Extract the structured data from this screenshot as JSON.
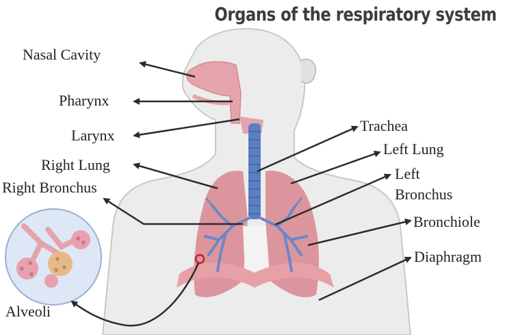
{
  "title": "Organs of the respiratory system",
  "labels": {
    "nasal_cavity": "Nasal Cavity",
    "pharynx": "Pharynx",
    "larynx": "Larynx",
    "right_lung": "Right Lung",
    "right_bronchus": "Right Bronchus",
    "trachea": "Trachea",
    "left_lung": "Left Lung",
    "left_bronchus_1": "Left",
    "left_bronchus_2": "Bronchus",
    "bronchiole": "Bronchiole",
    "diaphragm": "Diaphragm",
    "alveoli": "Alveoli"
  },
  "colors": {
    "body_fill": "#ececec",
    "body_stroke": "#c8c8c8",
    "lung_fill": "#d9868f",
    "airway_pink": "#e5a4ab",
    "trachea_blue": "#5b7fc1",
    "bronchi_blue": "#6b87c7",
    "diaphragm_fill": "#e7a0a6",
    "arrow": "#2b2b2b",
    "title_text": "#3c3c3c"
  }
}
